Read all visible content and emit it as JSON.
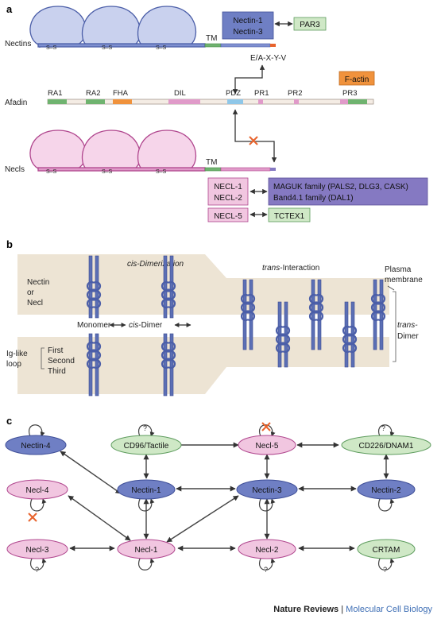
{
  "panel_a": {
    "letter": "a",
    "nectins_label": "Nectins",
    "ss": "S–S",
    "tm": "TM",
    "nectin_box": [
      "Nectin-1",
      "Nectin-3"
    ],
    "par3": "PAR3",
    "motif": "E/A-X-Y-V",
    "factin": "F-actin",
    "afadin_label": "Afadin",
    "afadin_domains": [
      "RA1",
      "RA2",
      "FHA",
      "DIL",
      "PDZ",
      "PR1",
      "PR2",
      "PR3"
    ],
    "necls_label": "Necls",
    "necl_box_a": [
      "NECL-1",
      "NECL-2"
    ],
    "maguk": [
      "MAGUK family (PALS2, DLG3, CASK)",
      "Band4.1 family (DAL1)"
    ],
    "necl5": "NECL-5",
    "tctex": "TCTEX1",
    "colors": {
      "nectin": "#5b6fb5",
      "necl": "#c95ca8",
      "green": "#6fb36f",
      "orange": "#f0923c",
      "blue_box": "#6f7fc4",
      "purple_box": "#8579c2",
      "pink_box": "#f1c6e0",
      "green_box": "#cfe8c6"
    }
  },
  "panel_b": {
    "letter": "b",
    "cis_dimerization": "cis-Dimerization",
    "trans_interaction_em": "trans",
    "trans_interaction_rest": "-Interaction",
    "plasma_membrane": [
      "Plasma",
      "membrane"
    ],
    "nectin_or_necl": [
      "Nectin",
      "or",
      "Necl"
    ],
    "monomer": "Monomer",
    "cis_dimer_em": "cis",
    "cis_dimer_rest": "-Dimer",
    "trans_dimer_em": "trans-",
    "trans_dimer_rest": "Dimer",
    "iglike": [
      "Ig-like",
      "loop"
    ],
    "loops": [
      "First",
      "Second",
      "Third"
    ]
  },
  "panel_c": {
    "letter": "c",
    "nodes": {
      "nectin4": "Nectin-4",
      "cd96": "CD96/Tactile",
      "necl5": "Necl-5",
      "cd226": "CD226/DNAM1",
      "necl4": "Necl-4",
      "nectin1": "Nectin-1",
      "nectin3": "Nectin-3",
      "nectin2": "Nectin-2",
      "necl3": "Necl-3",
      "necl1": "Necl-1",
      "necl2": "Necl-2",
      "crtam": "CRTAM"
    },
    "question": "?"
  },
  "footer": {
    "journal": "Nature Reviews",
    "sep": " | ",
    "subject": "Molecular Cell Biology"
  }
}
